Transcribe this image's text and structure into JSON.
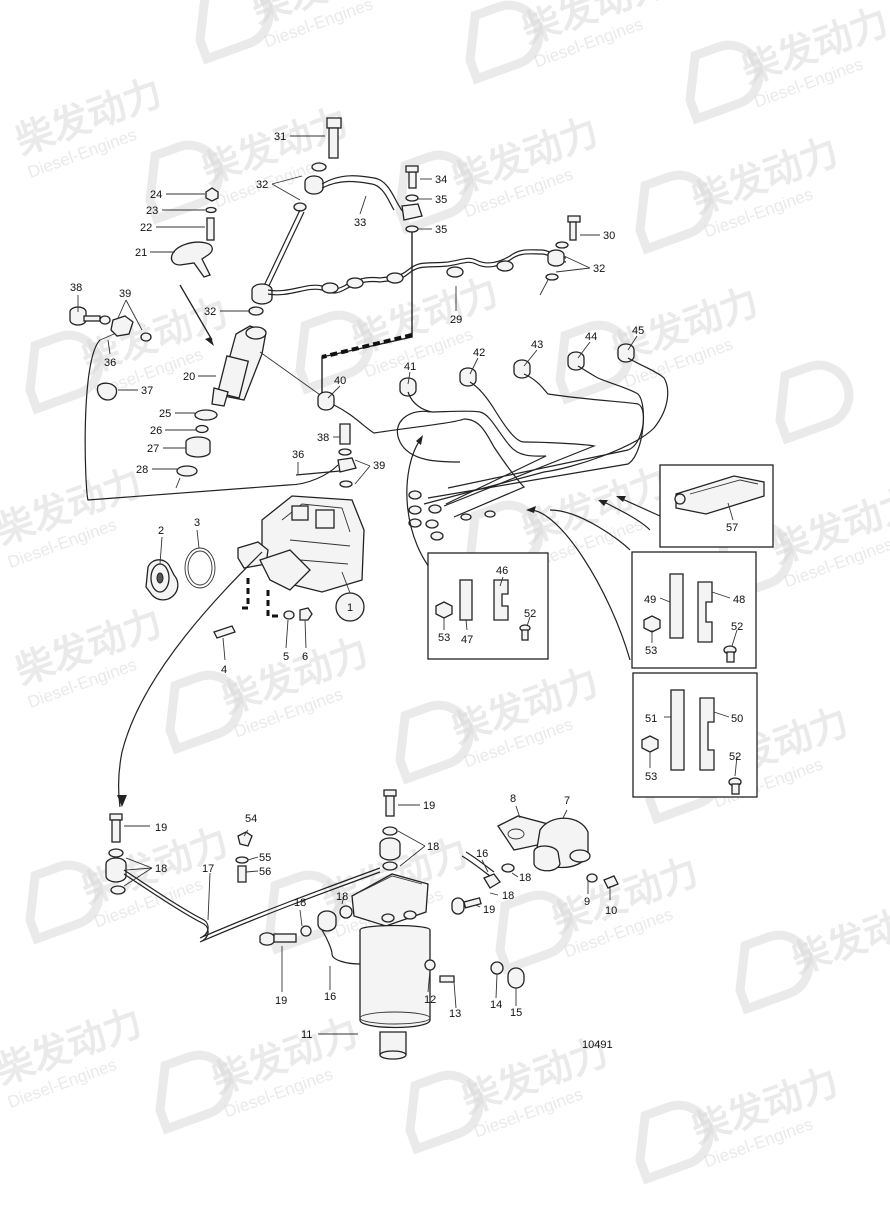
{
  "drawing_number": "10491",
  "watermark": {
    "cn": "柴发动力",
    "en": "Diesel-Engines"
  },
  "callouts": [
    {
      "id": "c31",
      "text": "31"
    },
    {
      "id": "c32a",
      "text": "32"
    },
    {
      "id": "c24",
      "text": "24"
    },
    {
      "id": "c23",
      "text": "23"
    },
    {
      "id": "c22",
      "text": "22"
    },
    {
      "id": "c21",
      "text": "21"
    },
    {
      "id": "c33",
      "text": "33"
    },
    {
      "id": "c34",
      "text": "34"
    },
    {
      "id": "c35a",
      "text": "35"
    },
    {
      "id": "c35b",
      "text": "35"
    },
    {
      "id": "c30",
      "text": "30"
    },
    {
      "id": "c32b",
      "text": "32"
    },
    {
      "id": "c29",
      "text": "29"
    },
    {
      "id": "c38a",
      "text": "38"
    },
    {
      "id": "c39a",
      "text": "39"
    },
    {
      "id": "c36a",
      "text": "36"
    },
    {
      "id": "c37",
      "text": "37"
    },
    {
      "id": "c32c",
      "text": "32"
    },
    {
      "id": "c20",
      "text": "20"
    },
    {
      "id": "c25",
      "text": "25"
    },
    {
      "id": "c26",
      "text": "26"
    },
    {
      "id": "c27",
      "text": "27"
    },
    {
      "id": "c28",
      "text": "28"
    },
    {
      "id": "c40",
      "text": "40"
    },
    {
      "id": "c41",
      "text": "41"
    },
    {
      "id": "c42",
      "text": "42"
    },
    {
      "id": "c43",
      "text": "43"
    },
    {
      "id": "c44",
      "text": "44"
    },
    {
      "id": "c45",
      "text": "45"
    },
    {
      "id": "c38b",
      "text": "38"
    },
    {
      "id": "c36b",
      "text": "36"
    },
    {
      "id": "c39b",
      "text": "39"
    },
    {
      "id": "c2",
      "text": "2"
    },
    {
      "id": "c3",
      "text": "3"
    },
    {
      "id": "c1",
      "text": "1"
    },
    {
      "id": "c4",
      "text": "4"
    },
    {
      "id": "c5",
      "text": "5"
    },
    {
      "id": "c6",
      "text": "6"
    },
    {
      "id": "c57",
      "text": "57"
    },
    {
      "id": "c46",
      "text": "46"
    },
    {
      "id": "c47",
      "text": "47"
    },
    {
      "id": "c53a",
      "text": "53"
    },
    {
      "id": "c52a",
      "text": "52"
    },
    {
      "id": "c49",
      "text": "49"
    },
    {
      "id": "c48",
      "text": "48"
    },
    {
      "id": "c53b",
      "text": "53"
    },
    {
      "id": "c52b",
      "text": "52"
    },
    {
      "id": "c51",
      "text": "51"
    },
    {
      "id": "c50",
      "text": "50"
    },
    {
      "id": "c53c",
      "text": "53"
    },
    {
      "id": "c52c",
      "text": "52"
    },
    {
      "id": "c19a",
      "text": "19"
    },
    {
      "id": "c18a",
      "text": "18"
    },
    {
      "id": "c17",
      "text": "17"
    },
    {
      "id": "c54",
      "text": "54"
    },
    {
      "id": "c55",
      "text": "55"
    },
    {
      "id": "c56",
      "text": "56"
    },
    {
      "id": "c19b",
      "text": "19"
    },
    {
      "id": "c18b",
      "text": "18"
    },
    {
      "id": "c8",
      "text": "8"
    },
    {
      "id": "c7",
      "text": "7"
    },
    {
      "id": "c16a",
      "text": "16"
    },
    {
      "id": "c18c",
      "text": "18"
    },
    {
      "id": "c18d",
      "text": "18"
    },
    {
      "id": "c19c",
      "text": "19"
    },
    {
      "id": "c9",
      "text": "9"
    },
    {
      "id": "c10",
      "text": "10"
    },
    {
      "id": "c18e",
      "text": "18"
    },
    {
      "id": "c18f",
      "text": "18"
    },
    {
      "id": "c19d",
      "text": "19"
    },
    {
      "id": "c16b",
      "text": "16"
    },
    {
      "id": "c12",
      "text": "12"
    },
    {
      "id": "c13",
      "text": "13"
    },
    {
      "id": "c14",
      "text": "14"
    },
    {
      "id": "c15",
      "text": "15"
    },
    {
      "id": "c11",
      "text": "11"
    }
  ]
}
